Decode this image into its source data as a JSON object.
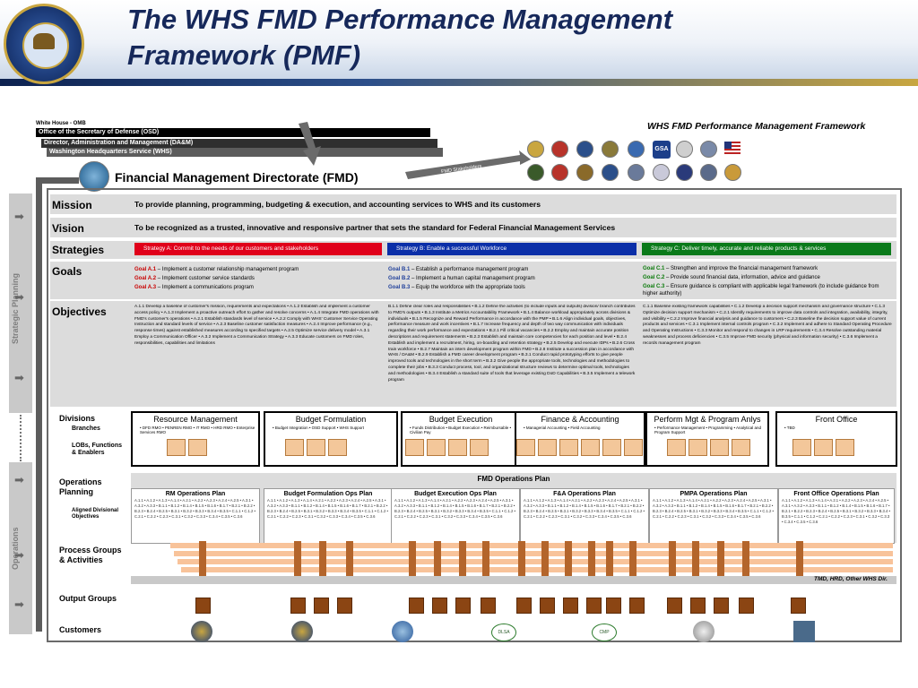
{
  "title_line1": "The WHS FMD Performance Management",
  "title_line2": "Framework (PMF)",
  "subtitle": "WHS FMD Performance Management Framework",
  "hierarchy": [
    "White House - OMB",
    "Office of the Secretary of Defense (OSD)",
    "Director, Administration and Management (DA&M)",
    "Washington Headquarters Service (WHS)"
  ],
  "fmd_title": "Financial Management Directorate (FMD)",
  "stakeholders": "FMD Stakeholders",
  "agency_seal_text": "GSA",
  "side_labels": {
    "strategic": "Strategic Planning",
    "operations": "Operations"
  },
  "rows": {
    "mission_label": "Mission",
    "mission_text": "To provide planning, programming, budgeting & execution, and accounting services to WHS and its customers",
    "vision_label": "Vision",
    "vision_text": "To be recognized as a trusted, innovative and responsive partner that sets the standard for Federal Financial Management Services",
    "strategies_label": "Strategies",
    "goals_label": "Goals",
    "objectives_label": "Objectives",
    "divisions_label": "Divisions",
    "branches_label": "Branches",
    "lobs_label": "LOBs, Functions & Enablers",
    "ops_label": "Operations Planning",
    "aligned_label": "Aligned Divisional Objectives",
    "process_label": "Process Groups & Activities",
    "output_label": "Output Groups",
    "customers_label": "Customers"
  },
  "strategies": [
    {
      "text": "Strategy A: Commit to the needs of our customers and stakeholders",
      "color": "#e0001a"
    },
    {
      "text": "Strategy B: Enable a successful Workforce",
      "color": "#0b2fa8"
    },
    {
      "text": "Strategy C: Deliver timely, accurate and reliable products & services",
      "color": "#0a7a1a"
    }
  ],
  "goals": {
    "a": [
      {
        "id": "Goal A.1",
        "text": " – Implement a customer relationship management program"
      },
      {
        "id": "Goal A.2",
        "text": " – Implement customer service standards"
      },
      {
        "id": "Goal A.3",
        "text": " – Implement a communications program"
      }
    ],
    "b": [
      {
        "id": "Goal B.1",
        "text": " – Establish a performance management program"
      },
      {
        "id": "Goal B.2",
        "text": " – Implement a human capital management program"
      },
      {
        "id": "Goal B.3",
        "text": " – Equip the workforce with the appropriate tools"
      }
    ],
    "c": [
      {
        "id": "Goal C.1",
        "text": " – Strengthen and improve the financial management framework"
      },
      {
        "id": "Goal C.2",
        "text": " – Provide sound financial data, information, advice and guidance"
      },
      {
        "id": "Goal C.3",
        "text": " – Ensure guidance is compliant with applicable legal framework (to include guidance from higher authority)"
      }
    ]
  },
  "objectives": {
    "a": "A.1.1 Develop a baseline of customer's mission, requirements and expectations • A.1.2 Establish and implement a customer access policy • A.1.3 Implement a proactive outreach effort to gather and resolve concerns • A.1.4 Integrate FMD operations with FMD's customer's operations • A.2.1 Establish standards level of service • A.2.2 Comply with WHS' Customer Service Operating Instruction and standard levels of service • A.2.3 Baseline customer satisfaction measures • A.2.4 Improve performance (e.g., response times) against established measures according to specified targets • A.2.5 Optimize service delivery model • A.3.1 Employ a Communication Officer • A.3.2 Implement a Communication Strategy • A.3.3 Educate customers on FMD roles, responsibilities, capabilities and limitations",
    "b": "B.1.1 Define clear roles and responsibilities • B.1.2 Define the activities (to include inputs and outputs) division/ branch contributes to FMD's outputs • B.1.3 Institute a Metrics Accountability Framework • B.1.4 Balance workload appropriately across divisions & individuals • B.1.5 Recognize and Reward Performance in accordance with the PMP • B.1.6 Align individual goals, objectives, performance measure and work incentives • B.1.7 Increase frequency and depth of two way communication with individuals regarding their work performance and expectations • B.2.1 Fill critical vacancies • B.2.2 Employ and maintain accurate position descriptions and requirement statements • B.2.3 Establish and maintain core competencies for each position and level • B.2.4 Establish and implement a recruitment, hiring, on-boarding and retention strategy • B.2.5 Develop and execute IDPs • B.2.6 Cross train workforce • B.2.7 Maintain an intern development program within FMD • B.2.8 Institute a succession plan in accordance with WHS / DA&M • B.2.9 Establish a FMD career development program • B.3.1 Conduct rapid prototyping efforts to give people improved tools and technologies in the short term • B.3.2 Give people the appropriate tools, technologies and methodologies to complete their jobs • B.3.3 Conduct process, tool, and organizational structure reviews to determine optimal tools, technologies and methodologies • B.3.4 Establish a standard suite of tools that leverage existing DoD Capabilities • B.3.5 Implement a telework program",
    "c": "C.1.1 Baseline existing framework capabilities • C.1.2 Develop a decision support mechanism and governance structure • C.1.3 Optimize decision support mechanism • C.2.1 Identify requirements to improve data controls and integration, availability, integrity, and visibility • C.2.2 Improve financial analysis and guidance to customers • C.2.3 Baseline the decision support value of current products and services • C.3.1 Implement internal controls program • C.3.2 Implement and adhere to Standard Operating Procedure and Operating Instructions • C.3.3 Monitor and respond to changes in LRP requirements • C.3.4 Resolve outstanding material weaknesses and process deficiencies • C.3.5 Improve FMD security (physical and information security) • C.3.6 Implement a records management program"
  },
  "divisions": [
    {
      "name": "Resource Management",
      "branches": "• DFD RMO • PENREN RMO • IT RMO • HRD RMO • Enterprise Services RMO"
    },
    {
      "name": "Budget Formulation",
      "branches": "• Budget Integration • OSD Support • WHS Support"
    },
    {
      "name": "Budget Execution",
      "branches": "• Funds Distribution • Budget Execution • Reimbursable • Civilian Pay"
    },
    {
      "name": "Finance & Accounting",
      "branches": "• Managerial Accounting • Field Accounting"
    },
    {
      "name": "Perform Mgt & Program Anlys",
      "branches": "• Performance Management • Programming • Analytical and Program Support"
    },
    {
      "name": "Front Office",
      "branches": "• TBD"
    }
  ],
  "ops_plan_title": "FMD Operations Plan",
  "ops_plans": [
    {
      "name": "RM Operations Plan",
      "objs": "A.1.1 • A.1.2 • A.1.3 • A.1.4 • A.2.1 • A.2.2 • A.2.3 • A.2.4 • A.2.5 • A.3.1 • A.3.2 • A.3.3 • B.1.1 • B.1.2 • B.1.4 • B.1.5 • B.1.6 • B.1.7 • B.2.1 • B.2.2 • B.2.3 • B.2.4 • B.2.5 • B.3.1 • B.3.2 • B.3.3 • B.3.4 • B.3.5 • C.1.1 • C.1.2 • C.2.1 • C.2.2 • C.2.3 • C.3.1 • C.3.2 • C.3.3 • C.3.4 • C.3.5 • C.3.6"
    },
    {
      "name": "Budget Formulation Ops Plan",
      "objs": "A.1.1 • A.1.2 • A.1.3 • A.1.4 • A.2.1 • A.2.2 • A.2.3 • A.2.4 • A.2.5 • A.3.1 • A.3.2 • A.3.3 • B.1.1 • B.1.2 • B.1.4 • B.1.5 • B.1.6 • B.1.7 • B.2.1 • B.2.2 • B.2.3 • B.2.4 • B.2.5 • B.3.1 • B.3.2 • B.3.3 • B.3.4 • B.3.5 • C.1.1 • C.1.2 • C.2.1 • C.2.2 • C.2.3 • C.3.1 • C.3.2 • C.3.3 • C.3.4 • C.3.5 • C.3.6"
    },
    {
      "name": "Budget Execution Ops Plan",
      "objs": "A.1.1 • A.1.2 • A.1.3 • A.1.4 • A.2.1 • A.2.2 • A.2.3 • A.2.4 • A.2.5 • A.3.1 • A.3.2 • A.3.3 • B.1.1 • B.1.2 • B.1.4 • B.1.5 • B.1.6 • B.1.7 • B.2.1 • B.2.2 • B.2.3 • B.2.4 • B.2.5 • B.3.1 • B.3.2 • B.3.3 • B.3.4 • B.3.5 • C.1.1 • C.1.2 • C.2.1 • C.2.2 • C.2.3 • C.3.1 • C.3.2 • C.3.3 • C.3.4 • C.3.5 • C.3.6"
    },
    {
      "name": "F&A Operations Plan",
      "objs": "A.1.1 • A.1.2 • A.1.3 • A.1.4 • A.2.1 • A.2.2 • A.2.3 • A.2.4 • A.2.5 • A.3.1 • A.3.2 • A.3.3 • B.1.1 • B.1.2 • B.1.4 • B.1.5 • B.1.6 • B.1.7 • B.2.1 • B.2.2 • B.2.3 • B.2.4 • B.2.5 • B.3.1 • B.3.2 • B.3.3 • B.3.4 • B.3.5 • C.1.1 • C.1.2 • C.2.1 • C.2.2 • C.2.3 • C.3.1 • C.3.2 • C.3.3 • C.3.4 • C.3.5 • C.3.6"
    },
    {
      "name": "PMPA Operations Plan",
      "objs": "A.1.1 • A.1.2 • A.1.3 • A.1.4 • A.2.1 • A.2.2 • A.2.3 • A.2.4 • A.2.5 • A.3.1 • A.3.2 • A.3.3 • B.1.1 • B.1.2 • B.1.4 • B.1.5 • B.1.6 • B.1.7 • B.2.1 • B.2.2 • B.2.3 • B.2.4 • B.2.5 • B.3.1 • B.3.2 • B.3.3 • B.3.4 • B.3.5 • C.1.1 • C.1.2 • C.2.1 • C.2.2 • C.2.3 • C.3.1 • C.3.2 • C.3.3 • C.3.4 • C.3.5 • C.3.6"
    },
    {
      "name": "Front Office Operations Plan",
      "objs": "A.1.1 • A.1.2 • A.1.3 • A.1.4 • A.2.1 • A.2.2 • A.2.3 • A.2.4 • A.2.5 • A.3.1 • A.3.2 • A.3.3 • B.1.1 • B.1.2 • B.1.4 • B.1.5 • B.1.6 • B.1.7 • B.2.1 • B.2.2 • B.2.3 • B.2.4 • B.2.5 • B.3.1 • B.3.2 • B.3.3 • B.3.4 • B.3.5 • C.1.1 • C.1.2 • C.2.1 • C.2.2 • C.2.3 • C.3.1 • C.3.2 • C.3.3 • C.3.4 • C.3.5 • C.3.6"
    }
  ],
  "dir_label": "TMD, HRD, Other WHS Dir.",
  "customers": {
    "dlsa": "DLSA",
    "cmp": "CMP"
  }
}
